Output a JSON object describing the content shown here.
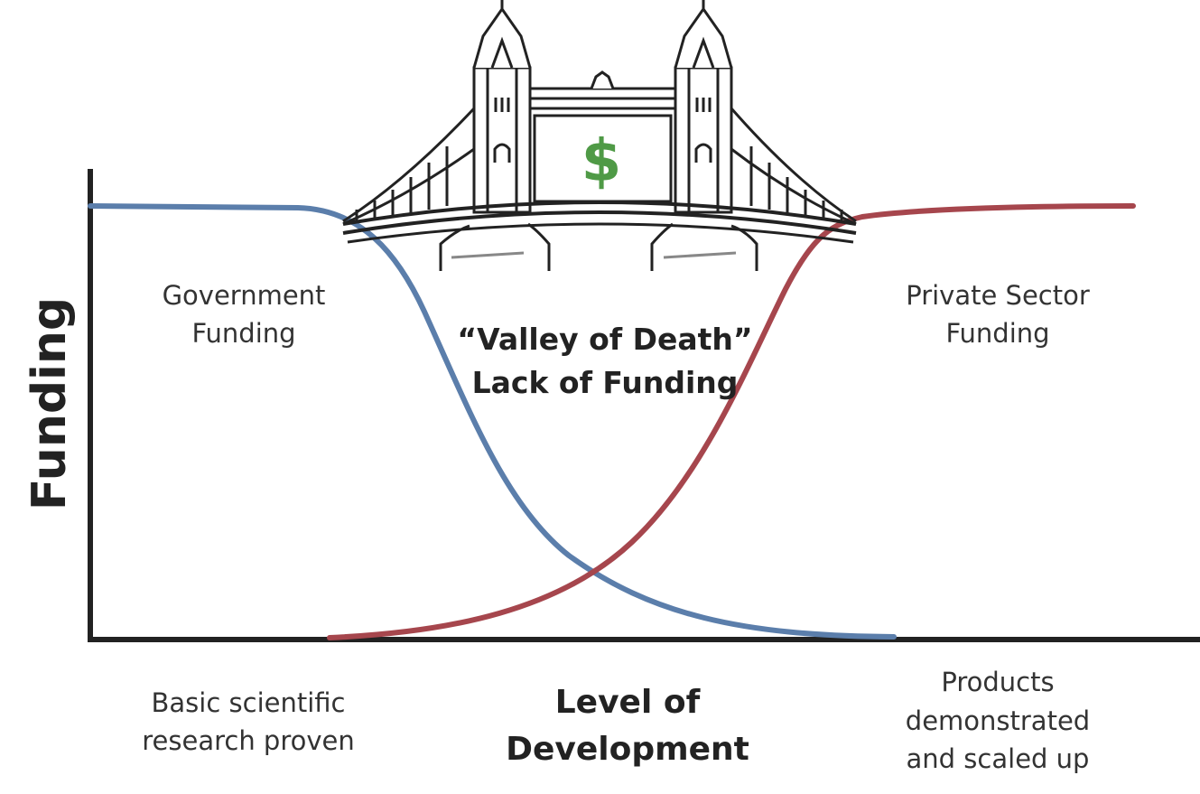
{
  "diagram": {
    "y_axis_title": "Funding",
    "x_axis_title": "Level of\nDevelopment",
    "left_region_label": "Government\nFunding",
    "right_region_label": "Private Sector\nFunding",
    "valley_label": "“Valley of Death”\nLack of Funding",
    "bridge_symbol": "$",
    "x_start_label": "Basic scientific\nresearch proven",
    "x_end_label": "Products\ndemonstrated\nand scaled up",
    "curves": [
      {
        "id": "government",
        "color": "#5b7eab",
        "trend": "high to low"
      },
      {
        "id": "private",
        "color": "#a6464d",
        "trend": "low to high"
      }
    ],
    "icons": [
      "bridge-icon",
      "dollar-sign-icon"
    ],
    "colors": {
      "dollar": "#4f9a46",
      "axis": "#222222"
    }
  }
}
